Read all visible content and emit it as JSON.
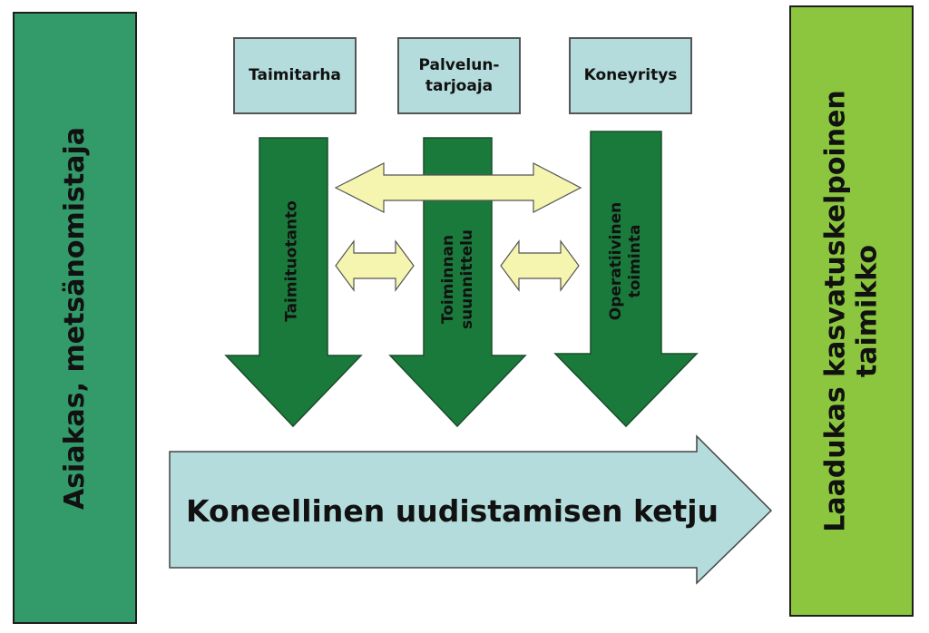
{
  "colors": {
    "left_bar": "#339a6a",
    "right_bar": "#8cc63f",
    "down_arrow": "#1a7a3c",
    "top_box": "#b4dcdc",
    "chain_arrow": "#b4dcdc",
    "double_arrow": "#f5f5b0"
  },
  "left_bar": {
    "label": "Asiakas, metsänomistaja"
  },
  "right_bar": {
    "line1": "Laadukas kasvatuskelpoinen",
    "line2": "taimikko"
  },
  "top_boxes": {
    "taimitarha": "Taimitarha",
    "palvelun_line1": "Palvelun-",
    "palvelun_line2": "tarjoaja",
    "koneyritys": "Koneyritys"
  },
  "down_arrows": {
    "taimituotanto": "Taimituotanto",
    "toiminnan_line1": "Toiminnan",
    "toiminnan_line2": "suunnittelu",
    "operatiivinen_line1": "Operatiivinen",
    "operatiivinen_line2": "toiminta"
  },
  "chain": {
    "label": "Koneellinen uudistamisen ketju"
  }
}
